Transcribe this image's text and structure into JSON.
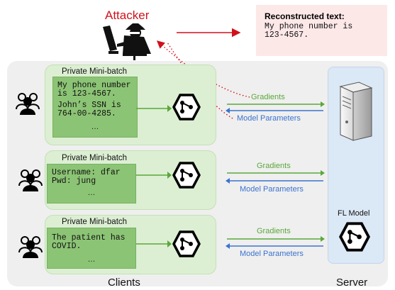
{
  "attacker": {
    "label": "Attacker",
    "icon": "hacker-icon",
    "color": "#d0111b"
  },
  "reconstructed": {
    "title": "Reconstructed text:",
    "lines": [
      "My phone number is",
      "123-4567."
    ],
    "bg": "#fde8e8"
  },
  "clients": [
    {
      "batch_title": "Private Mini-batch",
      "text_lines": [
        "My phone number",
        "is 123-4567.",
        "John’s SSN is",
        "764-00-4285."
      ],
      "ellipsis": "…",
      "gradients_label": "Gradients",
      "params_label": "Model Parameters"
    },
    {
      "batch_title": "Private Mini-batch",
      "text_lines": [
        "Username: dfar",
        "Pwd: jung"
      ],
      "ellipsis": "…",
      "gradients_label": "Gradients",
      "params_label": "Model Parameters"
    },
    {
      "batch_title": "Private Mini-batch",
      "text_lines": [
        "The patient has",
        "COVID."
      ],
      "ellipsis": "…",
      "gradients_label": "Gradients",
      "params_label": "Model Parameters"
    }
  ],
  "server": {
    "model_label": "FL Model",
    "icon": "server-tower-icon"
  },
  "section_labels": {
    "clients": "Clients",
    "server": "Server"
  },
  "colors": {
    "gradient": "#5aa83a",
    "parameters": "#3b73cf",
    "client_box": "#dcefd3",
    "text_box": "#8cc475",
    "server_panel": "#dbe8f5",
    "attack_path": "#d0111b"
  }
}
